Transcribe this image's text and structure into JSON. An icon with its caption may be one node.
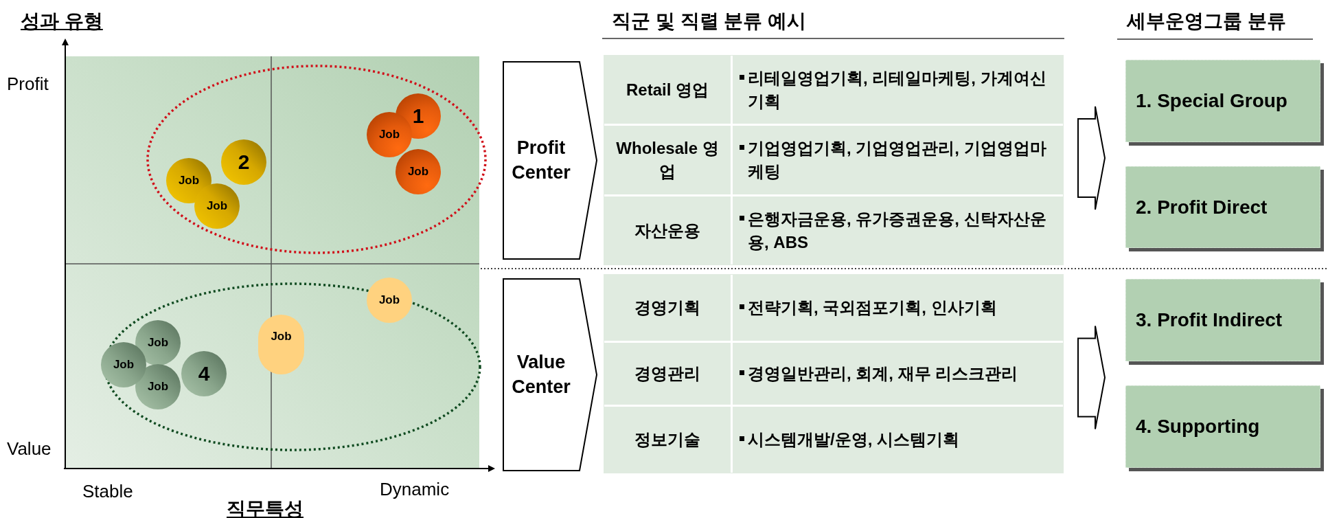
{
  "diagram": {
    "nodes": [
      {
        "text": [
          "Profit Center"
        ]
      },
      {
        "text": [],
        "shape": "box"
      },
      {
        "text": [
          "Retail 영업"
        ],
        "in": 1
      },
      {
        "text": [
          "리테일영업기획, 리테일마케팅, 가계여신기획"
        ],
        "in": 1
      },
      {
        "text": [
          "Wholesale 영업"
        ],
        "in": 1
      },
      {
        "text": [
          "기업영업기획, 기업영업관리, 기업영업마케팅"
        ],
        "in": 1
      },
      {
        "text": [
          "자산운용"
        ],
        "in": 1
      },
      {
        "text": [
          "은행자금운용, 유가증권운용, 신탁자산운용, ABS"
        ],
        "in": 1
      },
      {
        "text": [
          "Value Center"
        ]
      },
      {
        "text": [],
        "shape": "box"
      },
      {
        "text": [
          "경영기획"
        ],
        "in": 9
      },
      {
        "text": [
          "전략기획, 국외점포기획, 인사기획"
        ],
        "in": 9
      },
      {
        "text": [
          "경영관리"
        ],
        "in": 9
      },
      {
        "text": [
          "경영일반관리, 회계, 재무 리스크관리"
        ],
        "in": 9
      },
      {
        "text": [
          "정보기술"
        ],
        "in": 9
      },
      {
        "text": [
          "시스템개발/운영, 시스템기획"
        ],
        "in": 9
      },
      {
        "text": [
          "1. Special Group"
        ]
      },
      {
        "text": [
          "2. Profit Direct"
        ]
      },
      {
        "text": [
          "3. Profit Indirect"
        ]
      },
      {
        "text": [
          "4. Supporting"
        ]
      },
      {
        "text": [
          "1"
        ]
      },
      {
        "text": [
          "Job"
        ]
      },
      {
        "text": [
          "Job"
        ]
      },
      {
        "text": [
          "2"
        ]
      },
      {
        "text": [
          "Job"
        ]
      },
      {
        "text": [
          "Job"
        ]
      },
      {
        "text": [
          "Job"
        ]
      },
      {
        "text": [
          "Job"
        ]
      },
      {
        "text": [
          "Job"
        ]
      },
      {
        "text": [
          "Job"
        ]
      },
      {
        "text": [
          "Job"
        ]
      },
      {
        "text": [
          "4"
        ]
      }
    ],
    "edges": [
      {
        "from": 1,
        "to": 16,
        "arrow": "to"
      },
      {
        "from": 1,
        "to": 17,
        "arrow": "to"
      },
      {
        "from": 9,
        "to": 18,
        "arrow": "to"
      },
      {
        "from": 9,
        "to": 19,
        "arrow": "to"
      }
    ],
    "labels": [
      "성과 유형",
      "직군 및 직렬 분류 예시",
      "세부운영그룹 분류",
      "Profit",
      "Value",
      "Stable",
      "Dynamic",
      "직무특성"
    ]
  }
}
